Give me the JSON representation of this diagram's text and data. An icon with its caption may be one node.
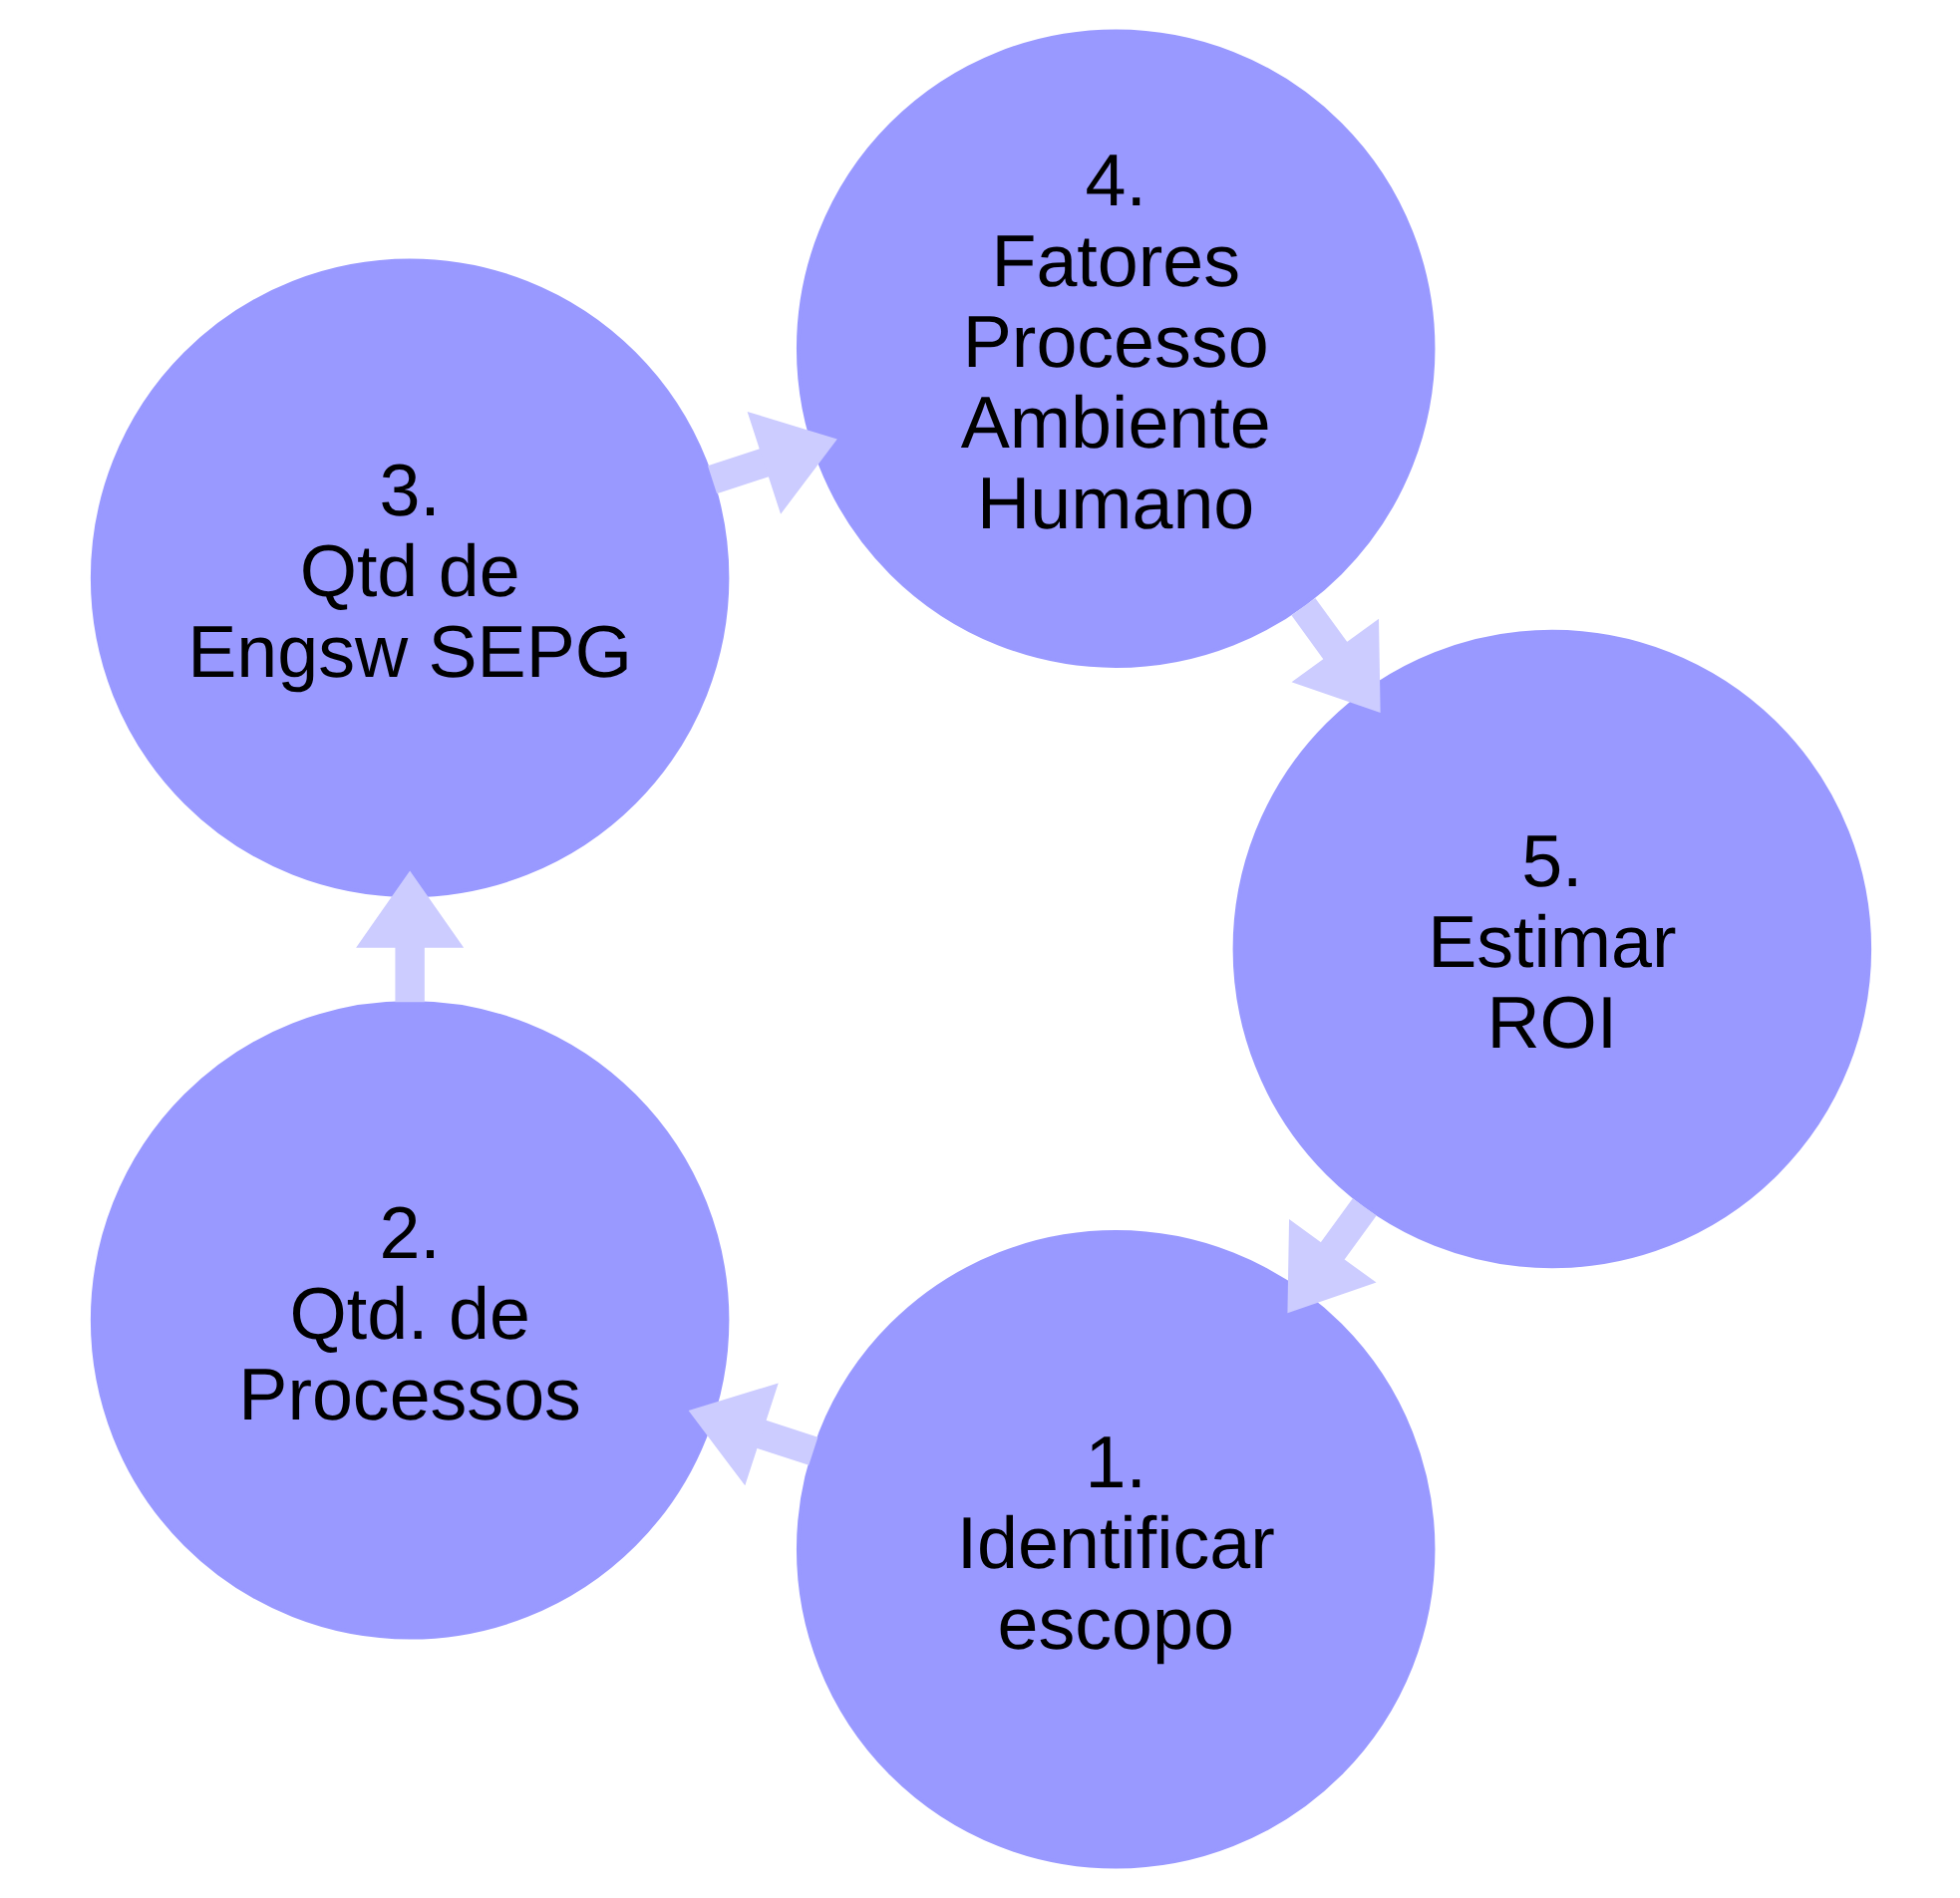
{
  "diagram": {
    "nodes": [
      {
        "text": [
          "1.",
          "Identificar escopo"
        ]
      },
      {
        "text": [
          "2.",
          "Qtd. de Processos"
        ]
      },
      {
        "text": [
          "3.",
          "Qtd de Engsw SEPG"
        ]
      },
      {
        "text": [
          "4.",
          "Fatores Processo Ambiente Humano"
        ]
      },
      {
        "text": [
          "5.",
          "Estimar ROI"
        ]
      }
    ],
    "edges": [
      {
        "from": 0,
        "to": 1,
        "arrow": "to"
      },
      {
        "from": 1,
        "to": 2,
        "arrow": "to"
      },
      {
        "from": 2,
        "to": 3,
        "arrow": "to"
      },
      {
        "from": 3,
        "to": 4,
        "arrow": "to"
      },
      {
        "from": 4,
        "to": 0,
        "arrow": "to"
      }
    ]
  }
}
